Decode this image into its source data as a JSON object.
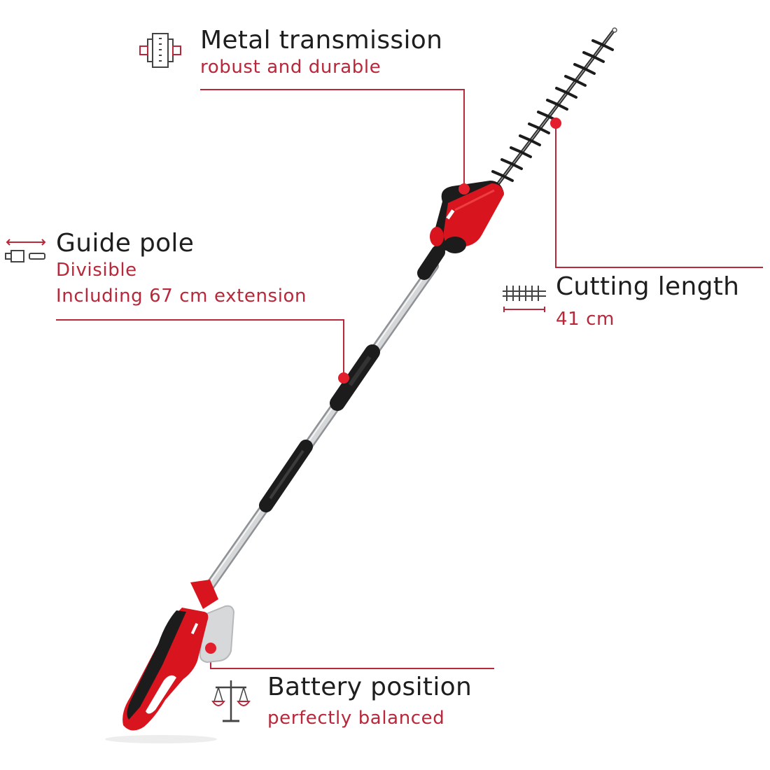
{
  "image": {
    "type": "product-feature-infographic",
    "subject": "cordless telescopic pole hedge trimmer",
    "colors": {
      "accent": "#b8283a",
      "callout_dot": "#e31e2d",
      "tool_red": "#d8141e",
      "tool_black": "#1c1c1c",
      "pole_silver": "#c9cbcd",
      "title_text": "#1e1e1e",
      "background": "#ffffff"
    }
  },
  "features": [
    {
      "id": "metal-transmission",
      "icon": "gearbox-icon",
      "title": "Metal transmission",
      "subtitle_lines": [
        "robust and durable"
      ]
    },
    {
      "id": "guide-pole",
      "icon": "telescopic-pole-icon",
      "title": "Guide pole",
      "subtitle_lines": [
        "Divisible",
        "Including 67 cm extension"
      ]
    },
    {
      "id": "cutting-length",
      "icon": "blade-length-icon",
      "title": "Cutting length",
      "subtitle_lines": [
        "41 cm"
      ]
    },
    {
      "id": "battery-position",
      "icon": "balance-scale-icon",
      "title": "Battery position",
      "subtitle_lines": [
        "perfectly balanced"
      ]
    }
  ]
}
